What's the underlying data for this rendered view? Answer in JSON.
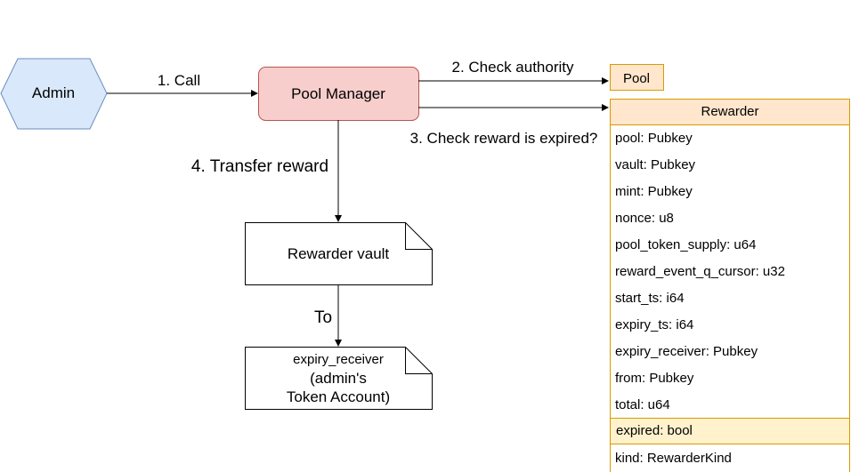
{
  "nodes": {
    "admin": "Admin",
    "pool_manager": "Pool Manager",
    "pool": "Pool",
    "rewarder_vault": "Rewarder vault",
    "expiry_receiver_line1": "expiry_receiver",
    "expiry_receiver_line2": "(admin's",
    "expiry_receiver_line3": "Token Account)"
  },
  "edges": {
    "call": "1. Call",
    "check_authority": "2. Check authority",
    "check_expired": "3. Check reward is expired?",
    "transfer_reward": "4. Transfer reward",
    "to": "To"
  },
  "rewarder": {
    "title": "Rewarder",
    "fields": [
      "pool: Pubkey",
      "vault: Pubkey",
      "mint: Pubkey",
      "nonce: u8",
      "pool_token_supply: u64",
      "reward_event_q_cursor: u32",
      "start_ts: i64",
      "expiry_ts: i64",
      "expiry_receiver: Pubkey",
      "from: Pubkey",
      "total: u64",
      "expired: bool",
      "kind: RewarderKind"
    ]
  },
  "colors": {
    "admin_fill": "#dae8fc",
    "admin_stroke": "#6c8ebf",
    "pool_manager_fill": "#f8cecc",
    "pool_manager_stroke": "#b85450",
    "rewarder_header_fill": "#ffe6cc",
    "rewarder_stroke": "#d79b00",
    "highlight_fill": "#fff2cc"
  }
}
